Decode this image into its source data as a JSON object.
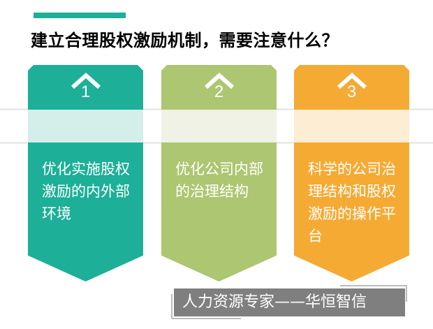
{
  "title": "建立合理股权激励机制，需要注意什么？",
  "cards": [
    {
      "number": "1",
      "text": "优化实施股权激励的内外部环境",
      "color": "#1daf97",
      "tint": "#d4eee9"
    },
    {
      "number": "2",
      "text": "优化公司内部的治理结构",
      "color": "#adc671",
      "tint": "#eff2e4"
    },
    {
      "number": "3",
      "text": "科学的公司治理结构和股权激励的操作平台",
      "color": "#f5aa33",
      "tint": "#fcedd3"
    }
  ],
  "footer": "人力资源专家——华恒智信"
}
